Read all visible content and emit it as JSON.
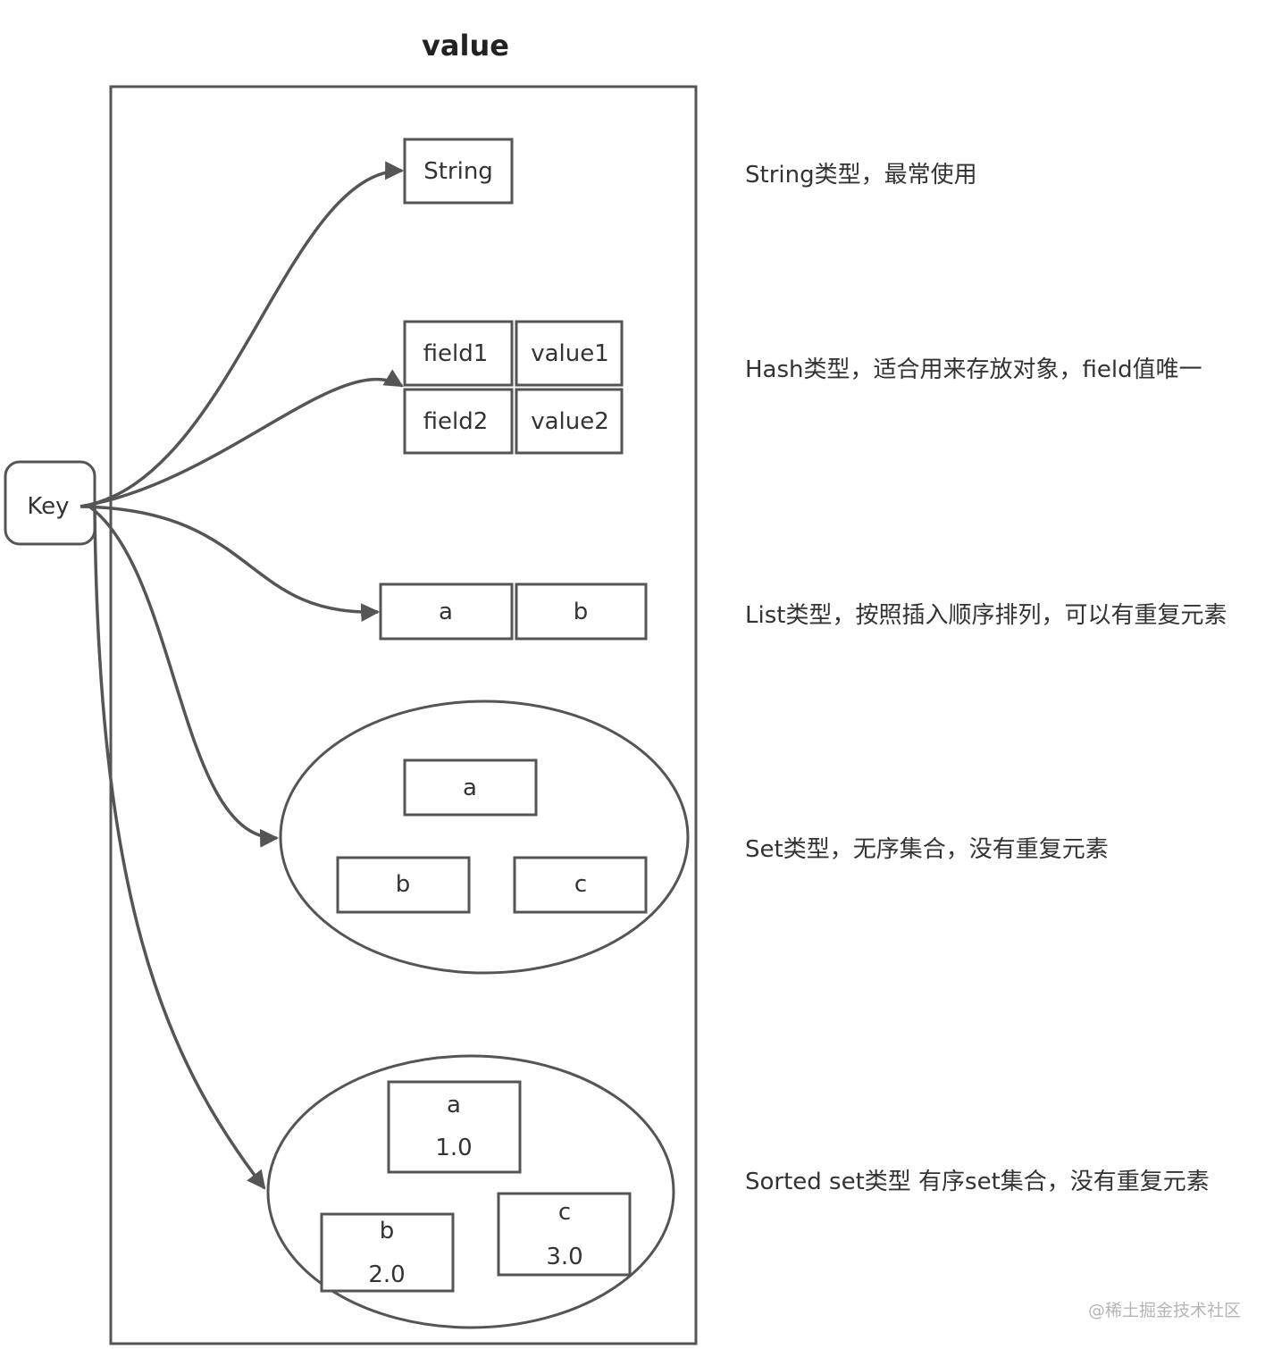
{
  "title": "value",
  "key_label": "Key",
  "string_type": {
    "cell": "String",
    "note": "String类型，最常使用"
  },
  "hash_type": {
    "rows": [
      {
        "field": "field1",
        "value": "value1"
      },
      {
        "field": "field2",
        "value": "value2"
      }
    ],
    "note": "Hash类型，适合用来存放对象，field值唯一"
  },
  "list_type": {
    "items": [
      "a",
      "b"
    ],
    "note": "List类型，按照插入顺序排列，可以有重复元素"
  },
  "set_type": {
    "members": [
      "a",
      "b",
      "c"
    ],
    "note": "Set类型，无序集合，没有重复元素"
  },
  "zset_type": {
    "members": [
      {
        "member": "a",
        "score": "1.0"
      },
      {
        "member": "b",
        "score": "2.0"
      },
      {
        "member": "c",
        "score": "3.0"
      }
    ],
    "note": "Sorted set类型 有序set集合，没有重复元素"
  },
  "watermark": "@稀土掘金技术社区",
  "colors": {
    "stroke": "#555555",
    "text": "#333333",
    "background": "#ffffff"
  }
}
